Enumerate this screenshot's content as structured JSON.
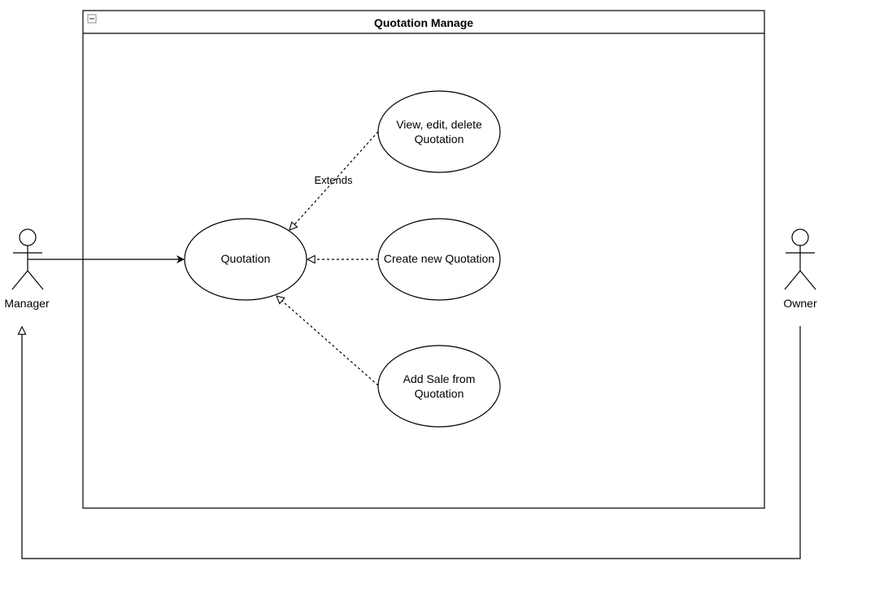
{
  "diagram": {
    "type": "uml-use-case",
    "system": {
      "title": "Quotation Manage"
    },
    "actors": [
      {
        "id": "manager",
        "label": "Manager"
      },
      {
        "id": "owner",
        "label": "Owner"
      }
    ],
    "use_cases": [
      {
        "id": "quotation",
        "lines": [
          "Quotation"
        ]
      },
      {
        "id": "view_edit_delete",
        "lines": [
          "View, edit, delete",
          "Quotation"
        ]
      },
      {
        "id": "create_new",
        "lines": [
          "Create new Quotation"
        ]
      },
      {
        "id": "add_sale",
        "lines": [
          "Add Sale from",
          "Quotation"
        ]
      }
    ],
    "edges": [
      {
        "from": "manager",
        "to": "quotation",
        "kind": "association"
      },
      {
        "from": "view_edit_delete",
        "to": "quotation",
        "kind": "extend",
        "label": "Extends"
      },
      {
        "from": "create_new",
        "to": "quotation",
        "kind": "extend"
      },
      {
        "from": "add_sale",
        "to": "quotation",
        "kind": "extend"
      },
      {
        "from": "owner",
        "to": "manager",
        "kind": "generalization"
      }
    ]
  },
  "colors": {
    "stroke": "#000000",
    "fill": "#ffffff",
    "collapse_icon": "#888888"
  }
}
